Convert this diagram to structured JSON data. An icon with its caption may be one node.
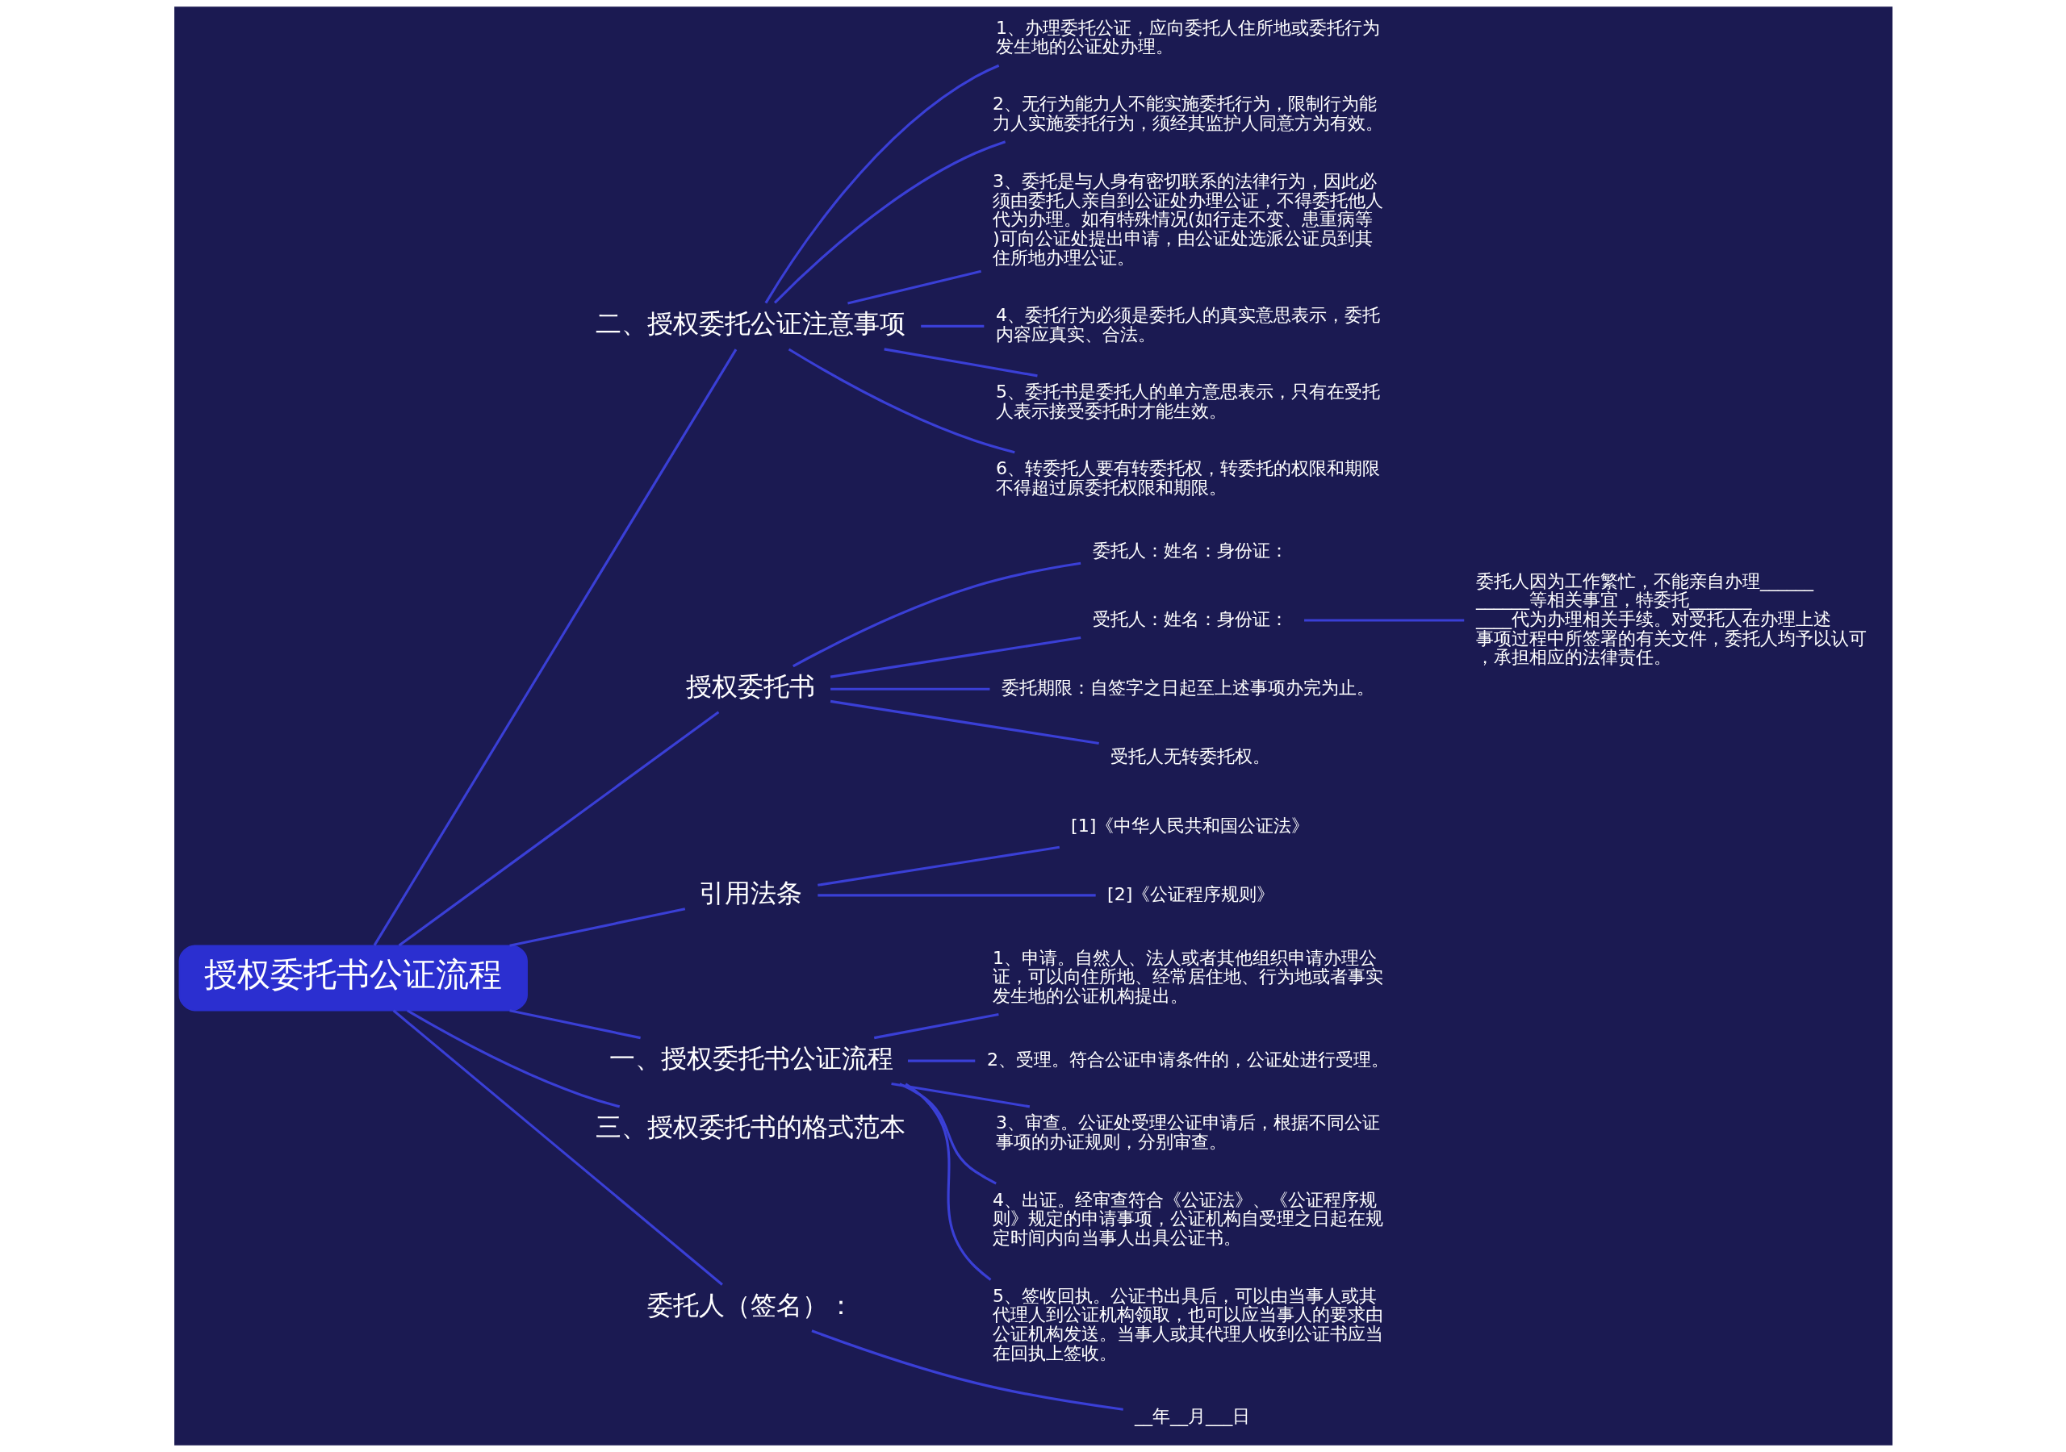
{
  "diagram": {
    "nodes": [
      {
        "text": [
          "授权委托书公证流程"
        ]
      },
      {
        "text": [
          "二、授权委托公证注意事项"
        ]
      },
      {
        "text": [
          "1、办理委托公证，应向委托人住所地或委托行为发生地的公证处办理。"
        ]
      },
      {
        "text": [
          "2、无行为能力人不能实施委托行为，限制行为能力人实施委托行为，须经其监护人同意方为有效。"
        ]
      },
      {
        "text": [
          "3、委托是与人身有密切联系的法律行为，因此必须由委托人亲自到公证处办理公证，不得委托他人代为办理。如有特殊情况(如行走不变、患重病等)可向公证处提出申请，由公证处选派公证员到其住所地办理公证。"
        ]
      },
      {
        "text": [
          "4、委托行为必须是委托人的真实意思表示，委托内容应真实、合法。"
        ]
      },
      {
        "text": [
          "5、委托书是委托人的单方意思表示，只有在受托人表示接受委托时才能生效。"
        ]
      },
      {
        "text": [
          "6、转委托人要有转委托权，转委托的权限和期限不得超过原委托权限和期限。"
        ]
      },
      {
        "text": [
          "授权委托书"
        ]
      },
      {
        "text": [
          "委托人：姓名：身份证："
        ]
      },
      {
        "text": [
          "受托人：姓名：身份证："
        ]
      },
      {
        "text": [
          "委托人因为工作繁忙，不能亲自办理____________等相关事宜，特委托___________代为办理相关手续。对受托人在办理上述事项过程中所签署的有关文件，委托人均予以认可，承担相应的法律责任。"
        ]
      },
      {
        "text": [
          "委托期限：自签字之日起至上述事项办完为止。"
        ]
      },
      {
        "text": [
          "受托人无转委托权。"
        ]
      },
      {
        "text": [
          "引用法条"
        ]
      },
      {
        "text": [
          "[1]《中华人民共和国公证法》"
        ]
      },
      {
        "text": [
          "[2]《公证程序规则》"
        ]
      },
      {
        "text": [
          "一、授权委托书公证流程"
        ]
      },
      {
        "text": [
          "1、申请。自然人、法人或者其他组织申请办理公证，可以向住所地、经常居住地、行为地或者事实发生地的公证机构提出。"
        ]
      },
      {
        "text": [
          "2、受理。符合公证申请条件的，公证处进行受理。"
        ]
      },
      {
        "text": [
          "3、审查。公证处受理公证申请后，根据不同公证事项的办证规则，分别审查。"
        ]
      },
      {
        "text": [
          "4、出证。经审查符合《公证法》、《公证程序规则》规定的申请事项，公证机构自受理之日起在规定时间内向当事人出具公证书。"
        ]
      },
      {
        "text": [
          "5、签收回执。公证书出具后，可以由当事人或其代理人到公证机构领取，也可以应当事人的要求由公证机构发送。当事人或其代理人收到公证书应当在回执上签收。"
        ]
      },
      {
        "text": [
          "三、授权委托书的格式范本"
        ]
      },
      {
        "text": [
          "委托人（签名）："
        ]
      },
      {
        "text": [
          "__年__月___日"
        ]
      }
    ],
    "edges": [
      {
        "from": 0,
        "to": 1,
        "arrow": "none"
      },
      {
        "from": 1,
        "to": 2,
        "arrow": "none"
      },
      {
        "from": 1,
        "to": 3,
        "arrow": "none"
      },
      {
        "from": 1,
        "to": 4,
        "arrow": "none"
      },
      {
        "from": 1,
        "to": 5,
        "arrow": "none"
      },
      {
        "from": 1,
        "to": 6,
        "arrow": "none"
      },
      {
        "from": 1,
        "to": 7,
        "arrow": "none"
      },
      {
        "from": 0,
        "to": 8,
        "arrow": "none"
      },
      {
        "from": 8,
        "to": 9,
        "arrow": "none"
      },
      {
        "from": 8,
        "to": 10,
        "arrow": "none"
      },
      {
        "from": 10,
        "to": 11,
        "arrow": "none"
      },
      {
        "from": 8,
        "to": 12,
        "arrow": "none"
      },
      {
        "from": 8,
        "to": 13,
        "arrow": "none"
      },
      {
        "from": 0,
        "to": 14,
        "arrow": "none"
      },
      {
        "from": 14,
        "to": 15,
        "arrow": "none"
      },
      {
        "from": 14,
        "to": 16,
        "arrow": "none"
      },
      {
        "from": 0,
        "to": 17,
        "arrow": "none"
      },
      {
        "from": 17,
        "to": 18,
        "arrow": "none"
      },
      {
        "from": 17,
        "to": 19,
        "arrow": "none"
      },
      {
        "from": 17,
        "to": 20,
        "arrow": "none"
      },
      {
        "from": 17,
        "to": 21,
        "arrow": "none"
      },
      {
        "from": 17,
        "to": 22,
        "arrow": "none"
      },
      {
        "from": 0,
        "to": 23,
        "arrow": "none"
      },
      {
        "from": 0,
        "to": 24,
        "arrow": "none"
      },
      {
        "from": 24,
        "to": 25,
        "arrow": "none"
      }
    ]
  }
}
